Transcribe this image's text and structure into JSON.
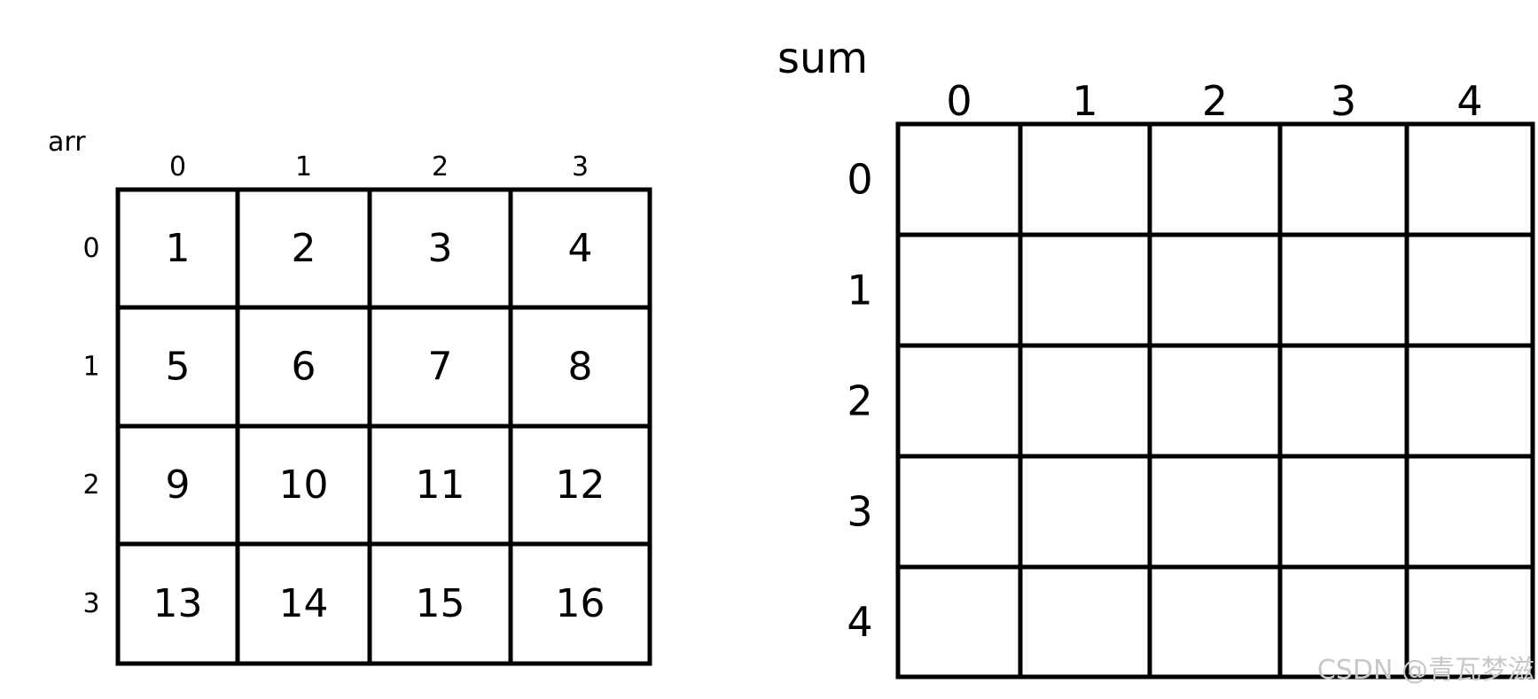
{
  "arr": {
    "label": "arr",
    "col_indices": [
      "0",
      "1",
      "2",
      "3"
    ],
    "row_indices": [
      "0",
      "1",
      "2",
      "3"
    ],
    "cells": [
      [
        "1",
        "2",
        "3",
        "4"
      ],
      [
        "5",
        "6",
        "7",
        "8"
      ],
      [
        "9",
        "10",
        "11",
        "12"
      ],
      [
        "13",
        "14",
        "15",
        "16"
      ]
    ]
  },
  "sum": {
    "label": "sum",
    "col_indices": [
      "0",
      "1",
      "2",
      "3",
      "4"
    ],
    "row_indices": [
      "0",
      "1",
      "2",
      "3",
      "4"
    ],
    "cells": [
      [
        "",
        "",
        "",
        "",
        ""
      ],
      [
        "",
        "",
        "",
        "",
        ""
      ],
      [
        "",
        "",
        "",
        "",
        ""
      ],
      [
        "",
        "",
        "",
        "",
        ""
      ],
      [
        "",
        "",
        "",
        "",
        ""
      ]
    ]
  },
  "watermark": "CSDN @青瓦梦滋",
  "colors": {
    "line": "#000000",
    "text": "#000000",
    "watermark": "#c8c8c8"
  }
}
